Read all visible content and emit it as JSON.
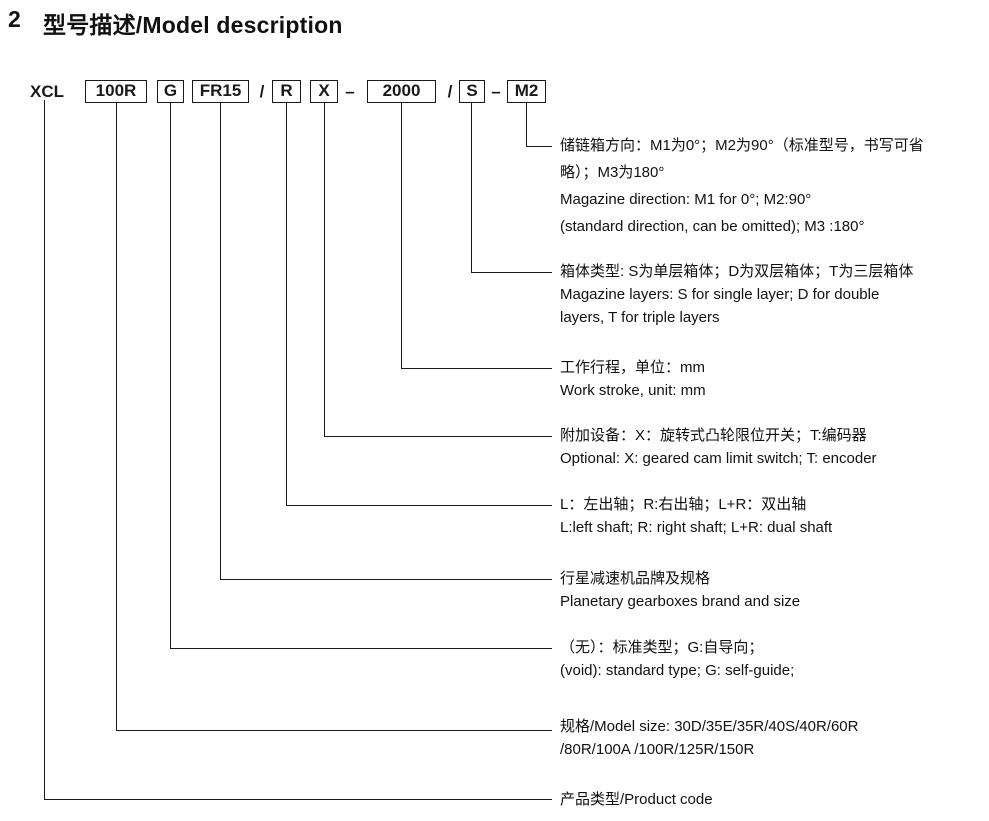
{
  "title": {
    "number": "2",
    "text": "型号描述/Model description"
  },
  "model_code": {
    "tokens": [
      {
        "t": "XCL",
        "boxed": false
      },
      {
        "t": "100R",
        "boxed": true
      },
      {
        "t": "G",
        "boxed": true
      },
      {
        "t": "FR15",
        "boxed": true
      },
      {
        "t": "/",
        "boxed": false
      },
      {
        "t": "R",
        "boxed": true
      },
      {
        "t": "X",
        "boxed": true
      },
      {
        "t": "–",
        "boxed": false
      },
      {
        "t": "2000",
        "boxed": true
      },
      {
        "t": "/",
        "boxed": false
      },
      {
        "t": "S",
        "boxed": true
      },
      {
        "t": "–",
        "boxed": false
      },
      {
        "t": "M2",
        "boxed": true
      }
    ]
  },
  "descriptions": [
    {
      "segment": "M2",
      "lines": [
        "储链箱方向：M1为0°；M2为90°（标准型号，书写可省",
        "略）；M3为180°",
        "Magazine direction: M1  for 0°;  M2:90°",
        "(standard direction, can be omitted);  M3 :180°"
      ]
    },
    {
      "segment": "S",
      "lines": [
        "箱体类型: S为单层箱体；D为双层箱体；T为三层箱体",
        "Magazine layers: S for single layer; D for double",
        "layers, T for triple layers"
      ]
    },
    {
      "segment": "2000",
      "lines": [
        "工作行程，单位：mm",
        "Work stroke, unit: mm"
      ]
    },
    {
      "segment": "X",
      "lines": [
        "附加设备：X：旋转式凸轮限位开关；T:编码器",
        "Optional: X: geared cam limit switch; T: encoder"
      ]
    },
    {
      "segment": "R",
      "lines": [
        "L：左出轴；R:右出轴；L+R：双出轴",
        "L:left shaft; R: right shaft; L+R: dual shaft"
      ]
    },
    {
      "segment": "FR15",
      "lines": [
        "行星减速机品牌及规格",
        "Planetary gearboxes brand and size"
      ]
    },
    {
      "segment": "G",
      "lines": [
        "（无）：标准类型；G:自导向；",
        "(void): standard type;  G: self-guide;"
      ]
    },
    {
      "segment": "100R",
      "lines": [
        "规格/Model size:  30D/35E/35R/40S/40R/60R",
        "/80R/100A /100R/125R/150R"
      ]
    },
    {
      "segment": "XCL",
      "lines": [
        "产品类型/Product code"
      ]
    }
  ]
}
